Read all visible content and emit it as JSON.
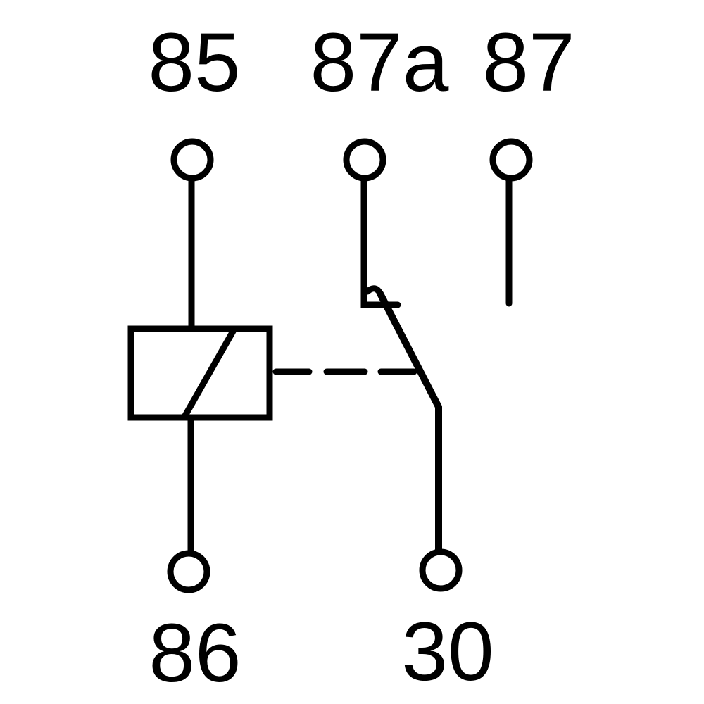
{
  "diagram": {
    "title": "relay-schematic-pinout",
    "background_color": "#ffffff",
    "line_color": "#000000",
    "text_color": "#000000",
    "terminals": {
      "top": [
        {
          "label": "85"
        },
        {
          "label": "87a"
        },
        {
          "label": "87"
        }
      ],
      "bottom": [
        {
          "label": "86"
        },
        {
          "label": "30"
        }
      ]
    }
  }
}
